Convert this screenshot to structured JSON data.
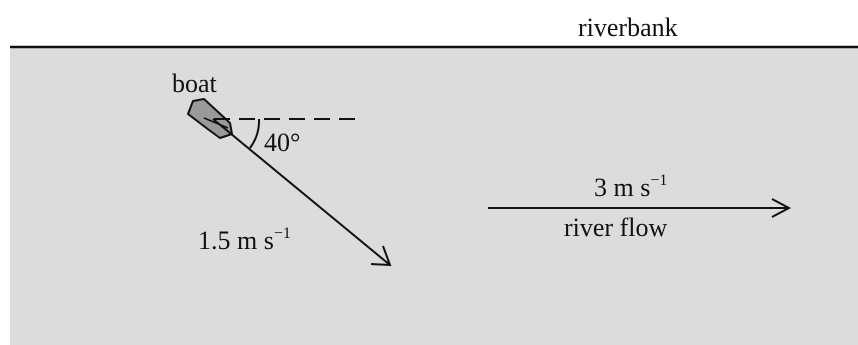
{
  "labels": {
    "riverbank": "riverbank",
    "boat": "boat",
    "angle": "40°",
    "boat_speed": "1.5 m s",
    "boat_speed_exp": "−1",
    "flow_speed": "3 m s",
    "flow_speed_exp": "−1",
    "flow_label": "river flow"
  },
  "colors": {
    "water": "#dcdcdd",
    "ink": "#111111",
    "boat_fill": "#9a9a9a"
  }
}
